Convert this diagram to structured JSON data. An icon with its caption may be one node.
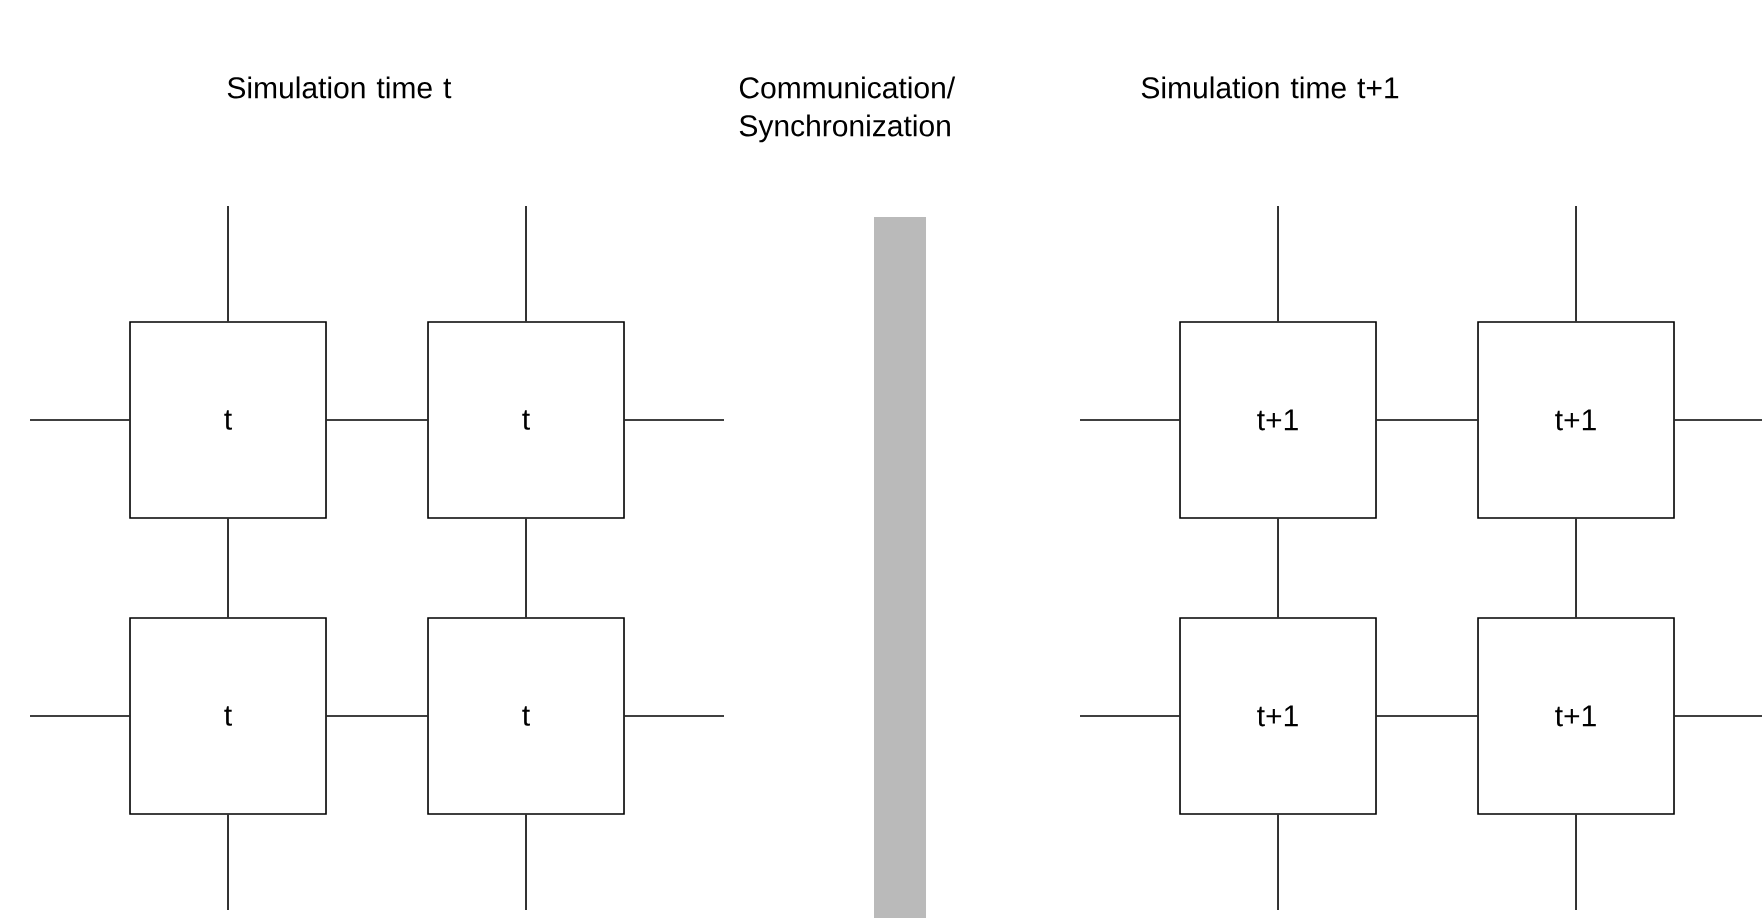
{
  "diagram": {
    "nodes": [
      {
        "text": [
          "t"
        ]
      },
      {
        "text": [
          "t"
        ]
      },
      {
        "text": [
          "t"
        ]
      },
      {
        "text": [
          "t"
        ]
      },
      {
        "text": [
          "t+1"
        ]
      },
      {
        "text": [
          "t+1"
        ]
      },
      {
        "text": [
          "t+1"
        ]
      },
      {
        "text": [
          "t+1"
        ]
      },
      {
        "text": [],
        "shape": "bar"
      }
    ],
    "edges": [
      {
        "from": 0,
        "to": 1,
        "arrow": "none"
      },
      {
        "from": 0,
        "to": 2,
        "arrow": "none"
      },
      {
        "from": 1,
        "to": 3,
        "arrow": "none"
      },
      {
        "from": 2,
        "to": 3,
        "arrow": "none"
      },
      {
        "from": null,
        "to": 0,
        "arrow": "none"
      },
      {
        "from": null,
        "to": 0,
        "arrow": "none"
      },
      {
        "from": null,
        "to": 1,
        "arrow": "none"
      },
      {
        "from": null,
        "to": 1,
        "arrow": "none"
      },
      {
        "from": null,
        "to": 2,
        "arrow": "none"
      },
      {
        "from": null,
        "to": 2,
        "arrow": "none"
      },
      {
        "from": null,
        "to": 3,
        "arrow": "none"
      },
      {
        "from": null,
        "to": 3,
        "arrow": "none"
      },
      {
        "from": 4,
        "to": 5,
        "arrow": "none"
      },
      {
        "from": 4,
        "to": 6,
        "arrow": "none"
      },
      {
        "from": 5,
        "to": 7,
        "arrow": "none"
      },
      {
        "from": 6,
        "to": 7,
        "arrow": "none"
      },
      {
        "from": null,
        "to": 4,
        "arrow": "none"
      },
      {
        "from": null,
        "to": 4,
        "arrow": "none"
      },
      {
        "from": null,
        "to": 5,
        "arrow": "none"
      },
      {
        "from": null,
        "to": 5,
        "arrow": "none"
      },
      {
        "from": null,
        "to": 6,
        "arrow": "none"
      },
      {
        "from": null,
        "to": 6,
        "arrow": "none"
      },
      {
        "from": null,
        "to": 7,
        "arrow": "none"
      },
      {
        "from": null,
        "to": 7,
        "arrow": "none"
      }
    ],
    "labels": [
      "Simulation time t",
      "Communication/ Synchronization",
      "Simulation time t+1"
    ]
  }
}
